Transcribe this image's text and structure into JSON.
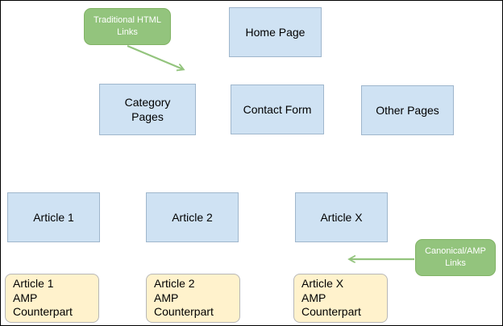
{
  "colors": {
    "node_fill": "#cfe2f3",
    "node_border": "#9fb6cc",
    "amp_fill": "#fff2cc",
    "amp_border": "#b7b7b7",
    "tag_fill": "#93c47d",
    "tag_text": "#ffffff",
    "arrow": "#93c47d"
  },
  "nodes": {
    "home": {
      "label": "Home Page"
    },
    "category": {
      "label": "Category\nPages"
    },
    "contact": {
      "label": "Contact Form"
    },
    "other": {
      "label": "Other Pages"
    },
    "article1": {
      "label": "Article 1"
    },
    "article2": {
      "label": "Article 2"
    },
    "articleX": {
      "label": "Article X"
    },
    "amp1": {
      "label": "Article 1\nAMP\nCounterpart"
    },
    "amp2": {
      "label": "Article 2\nAMP\nCounterpart"
    },
    "ampX": {
      "label": "Article X\nAMP\nCounterpart"
    }
  },
  "annotations": {
    "traditional": {
      "label": "Traditional HTML\nLinks"
    },
    "canonical": {
      "label": "Canonical/AMP\nLinks"
    }
  }
}
